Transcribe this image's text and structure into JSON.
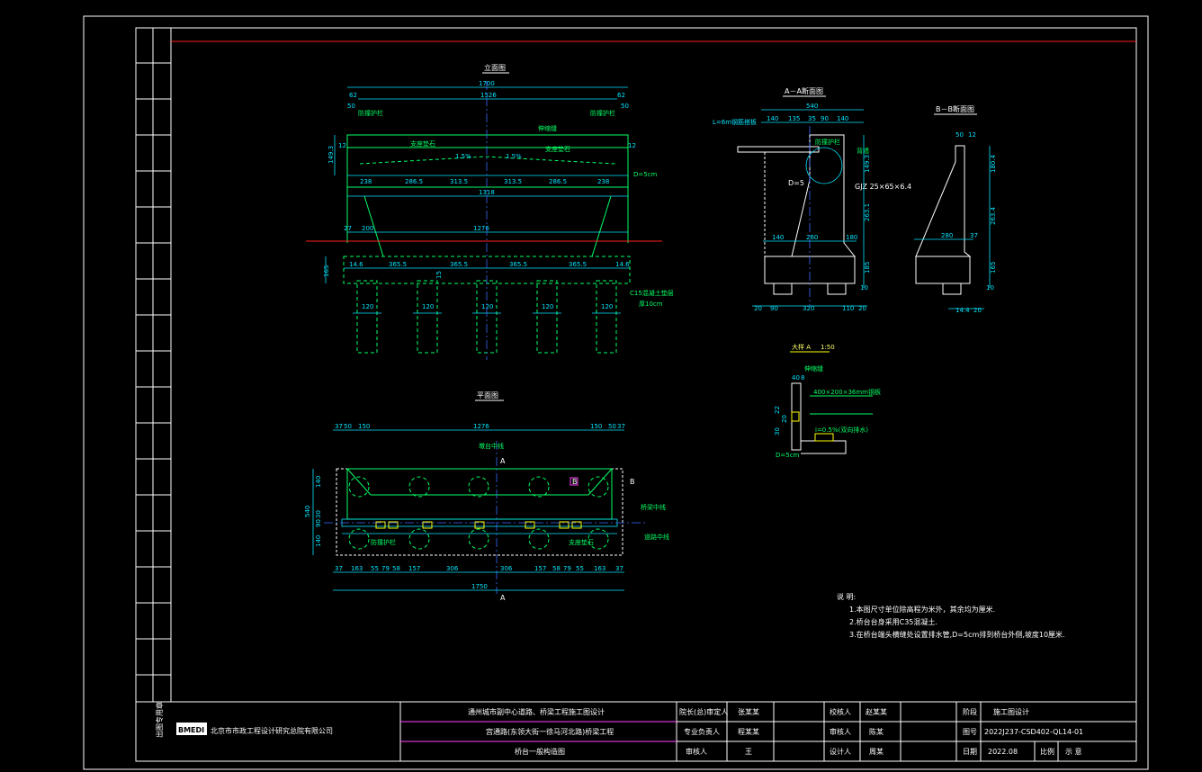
{
  "colors": {
    "background": "#000000",
    "frame": "#ffffff",
    "dimension": "#00e5ff",
    "object": "#00ff66",
    "accent": "#ff40ff",
    "centerline": "#3a6bff",
    "border_red": "#ff2020"
  },
  "views": {
    "elevation": {
      "title": "立面图",
      "dims_top": [
        "1700",
        "1526",
        "62",
        "62",
        "50",
        "50"
      ],
      "dims_mid": [
        "238",
        "286.5",
        "313.5",
        "313.5",
        "286.5",
        "238"
      ],
      "dim_1318": "1318",
      "dim_1276": "1276",
      "dim_27": "27",
      "dim_200": "200",
      "dims_pile_cap": [
        "14.6",
        "365.5",
        "365.5",
        "365.5",
        "365.5",
        "14.6"
      ],
      "pile_dims": [
        "120",
        "120",
        "120",
        "120",
        "120"
      ],
      "slopes": [
        "1.5%",
        "1.5%"
      ],
      "side_dims": [
        "149.3",
        "12",
        "12",
        "165",
        "15"
      ],
      "notes": [
        "C15混凝土垫层",
        "厚10cm",
        "D=5cm",
        "伸缩缝",
        "防撞护栏",
        "支座垫石"
      ]
    },
    "plan": {
      "title": "平面图",
      "dims_top": [
        "37",
        "50",
        "150",
        "1276",
        "150",
        "50",
        "37"
      ],
      "dims_bottom": [
        "37",
        "163",
        "55",
        "79",
        "58",
        "157",
        "306",
        "306",
        "157",
        "58",
        "79",
        "55",
        "163",
        "37"
      ],
      "dim_total": "1750",
      "side_dims": [
        "540",
        "140",
        "140",
        "90",
        "30"
      ],
      "markers": [
        "A",
        "A",
        "B",
        "B"
      ],
      "notes": [
        "墩台中线",
        "桥梁中线",
        "道路中线",
        "防撞护栏",
        "支座垫石"
      ]
    },
    "section_aa": {
      "title": "A－A断面图",
      "dims_top": [
        "540",
        "140",
        "135",
        "35",
        "90",
        "140"
      ],
      "dims_bottom": [
        "20",
        "90",
        "320",
        "110",
        "20"
      ],
      "dims_mid": [
        "140",
        "260",
        "180"
      ],
      "side_dims": [
        "149.3",
        "263.1",
        "185",
        "10"
      ],
      "notes": [
        "L=6m钢筋搭板",
        "GJZ 25×65×6.4",
        "D=5",
        "防撞护栏",
        "背墙"
      ]
    },
    "section_bb": {
      "title": "B－B断面图",
      "dims_top": [
        "50",
        "12"
      ],
      "dims_mid": [
        "280",
        "37"
      ],
      "dims_bottom": [
        "14.4",
        "20"
      ],
      "side_dims": [
        "180.4",
        "263.4",
        "165",
        "10"
      ]
    },
    "detail_a": {
      "title": "大样 A",
      "scale": "1:50",
      "notes": [
        "400×200×36mm钢板",
        "i=0.5%(双向排水)",
        "D=5cm",
        "伸缩缝"
      ],
      "dims": [
        "40",
        "8",
        "22",
        "20",
        "30"
      ]
    }
  },
  "general_notes": {
    "title": "说 明:",
    "items": [
      "1.本图尺寸单位除高程为米外，其余均为厘米.",
      "2.桥台台身采用C35混凝土.",
      "3.在桥台端头横缝处设置排水管,D=5cm排到桥台外侧,坡度10厘米."
    ]
  },
  "title_block": {
    "company": "北京市市政工程设计研究总院有限公司",
    "logo_text": "BMEDI",
    "project_lines": [
      "通州城市副中心道路、桥梁工程施工图设计",
      "宫通路(东领大街一徐马河北路)桥梁工程",
      "桥台一般构造图"
    ],
    "roles": [
      {
        "label": "院长(总)审定人",
        "value": "张某某"
      },
      {
        "label": "专业负责人",
        "value": "程某某"
      },
      {
        "label": "审核人",
        "value": "王"
      }
    ],
    "roles2": [
      {
        "label": "校核人",
        "value": "赵某某"
      },
      {
        "label": "审核人",
        "value": "陈某"
      },
      {
        "label": "设计人",
        "value": "周某"
      }
    ],
    "fields": [
      {
        "label": "阶段",
        "value": "施工图设计"
      },
      {
        "label": "图号",
        "value": "2022J237-CSD402-QL14-01"
      },
      {
        "label": "日期",
        "value": "2022.08"
      },
      {
        "label": "比例",
        "value": "示 意"
      }
    ],
    "stamp": "出图专用章"
  }
}
